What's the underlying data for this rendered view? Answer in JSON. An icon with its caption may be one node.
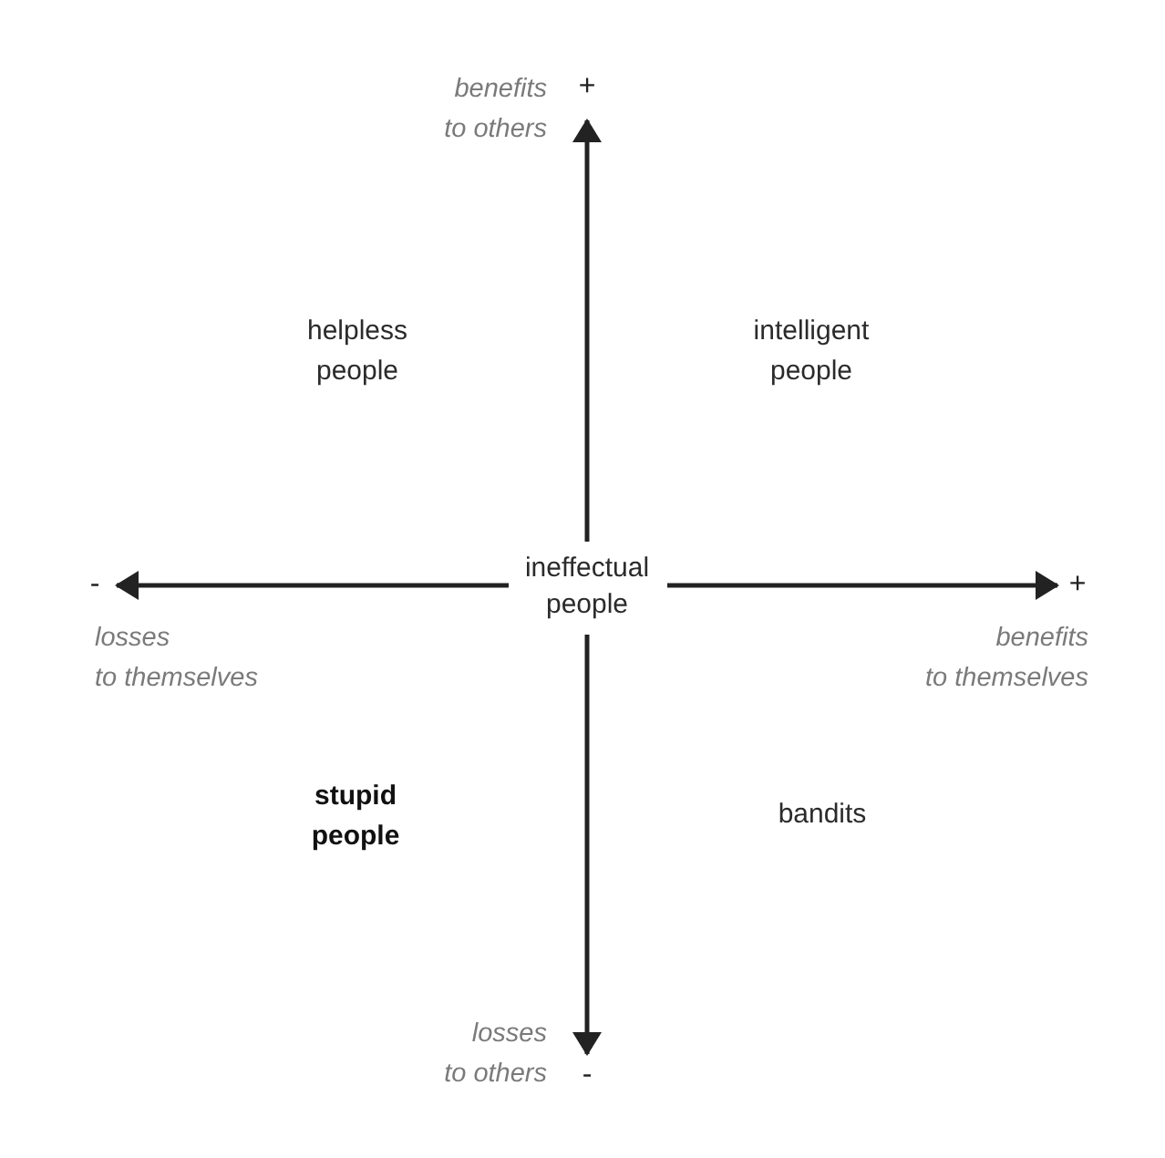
{
  "diagram": {
    "labels": [
      "benefits to others",
      "+",
      "helpless people",
      "intelligent people",
      "-",
      "ineffectual people",
      "+",
      "losses to themselves",
      "benefits to themselves",
      "stupid people",
      "bandits",
      "losses to others",
      "-"
    ]
  }
}
